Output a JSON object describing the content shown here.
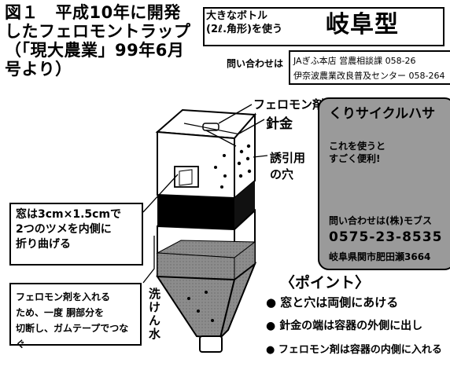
{
  "caption": "図１　平成10年に開発したフェロモントラップ（「現大農業」99年6月号より）",
  "title": {
    "small_line1": "大きなボトル",
    "small_line2": "(2ℓ.角形)を使う",
    "big": "岐阜型"
  },
  "contact": {
    "label": "問い合わせは",
    "line1": "JAぎふ本店 営農相談課 058-26",
    "line2": "伊奈波農業改良普及センター 058-264"
  },
  "advert": {
    "title": "くりサイクルハサ",
    "tagline1": "これを使うと",
    "tagline2": "すごく便利!",
    "contact_label": "問い合わせは(株)モブス",
    "phone": "0575-23-8535",
    "address": "岐阜県関市肥田瀬3664"
  },
  "labels": {
    "pheromone": "フェロモン剤",
    "wire": "針金",
    "holes_line1": "誘引用",
    "holes_line2": "の穴",
    "soapy_water": "洗けん水"
  },
  "note_window": {
    "line1": "窓は3cm×1.5cmで",
    "line2": "2つのツメを内側に",
    "line3": "折り曲げる"
  },
  "note_insert": {
    "line1": "フェロモン剤を入れる",
    "line2": "ため、一度 胴部分を",
    "line3": "切断し、ガムテープでつなぐ"
  },
  "points": {
    "heading": "〈ポイント〉",
    "items": [
      "● 窓と穴は両側にあける",
      "● 針金の端は容器の外側に出し",
      "● フェロモン剤は容器の内側に入れる"
    ]
  }
}
